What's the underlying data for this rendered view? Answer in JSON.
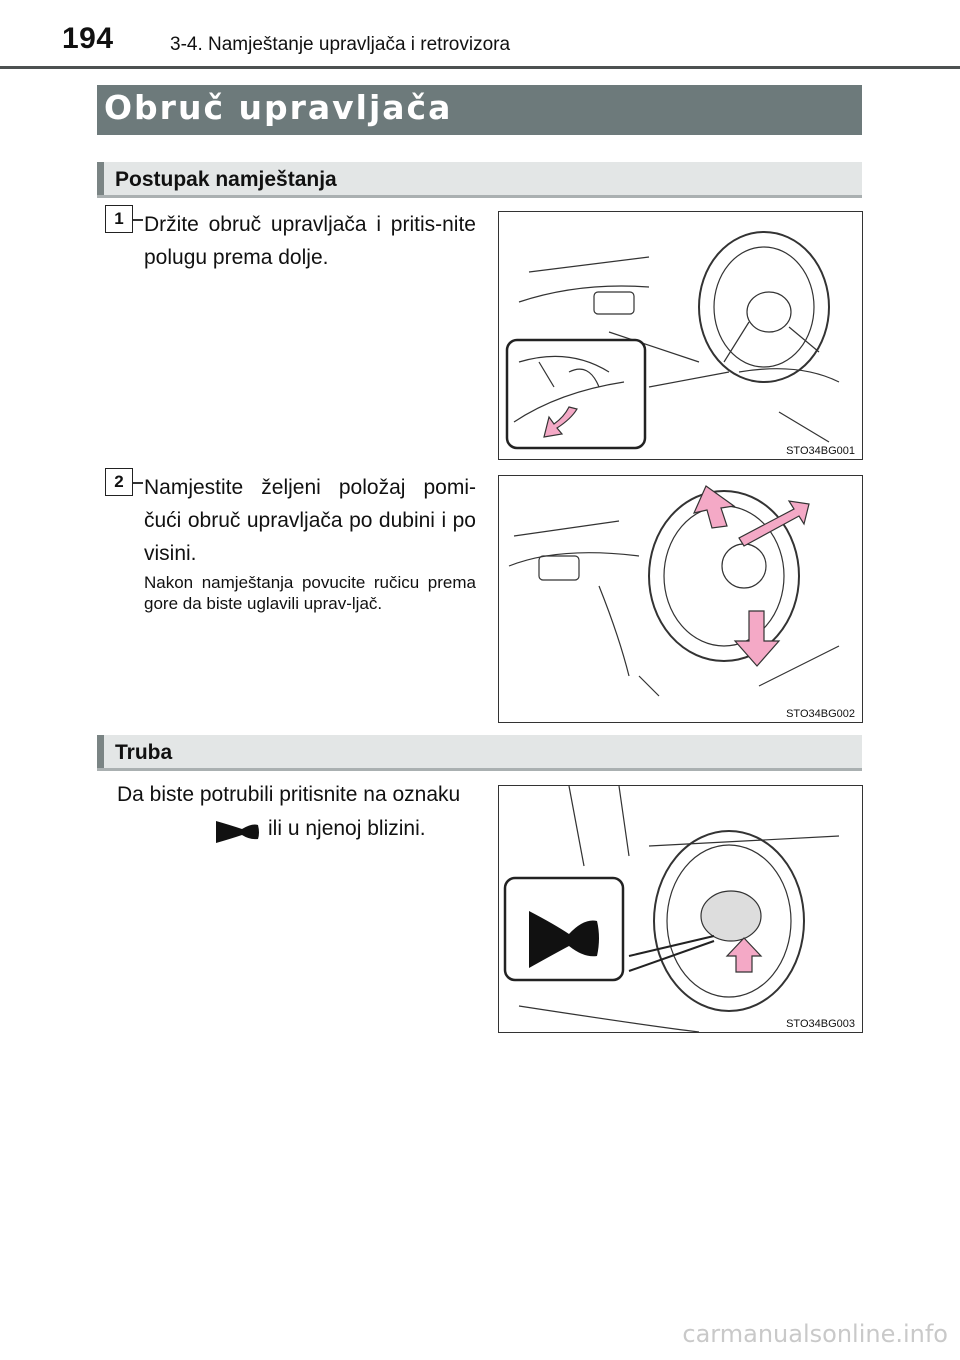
{
  "header": {
    "page_number": "194",
    "section": "3-4. Namještanje upravljača i retrovizora"
  },
  "title": "Obruč upravljača",
  "section1": {
    "heading": "Postupak namještanja",
    "steps": [
      {
        "number": "1",
        "text": "Držite obruč upravljača i pritis-nite polugu prema dolje.",
        "figure_code": "STO34BG001"
      },
      {
        "number": "2",
        "text": "Namjestite željeni položaj pomi-čući obruč upravljača po dubini i po visini.",
        "note": "Nakon namještanja povucite ručicu prema gore da biste uglavili uprav-ljač.",
        "figure_code": "STO34BG002"
      }
    ]
  },
  "section2": {
    "heading": "Truba",
    "text_before": "Da biste potrubili pritisnite na oznaku",
    "text_after": "ili u njenoj blizini.",
    "figure_code": "STO34BG003"
  },
  "footer": "carmanualsonline.info"
}
